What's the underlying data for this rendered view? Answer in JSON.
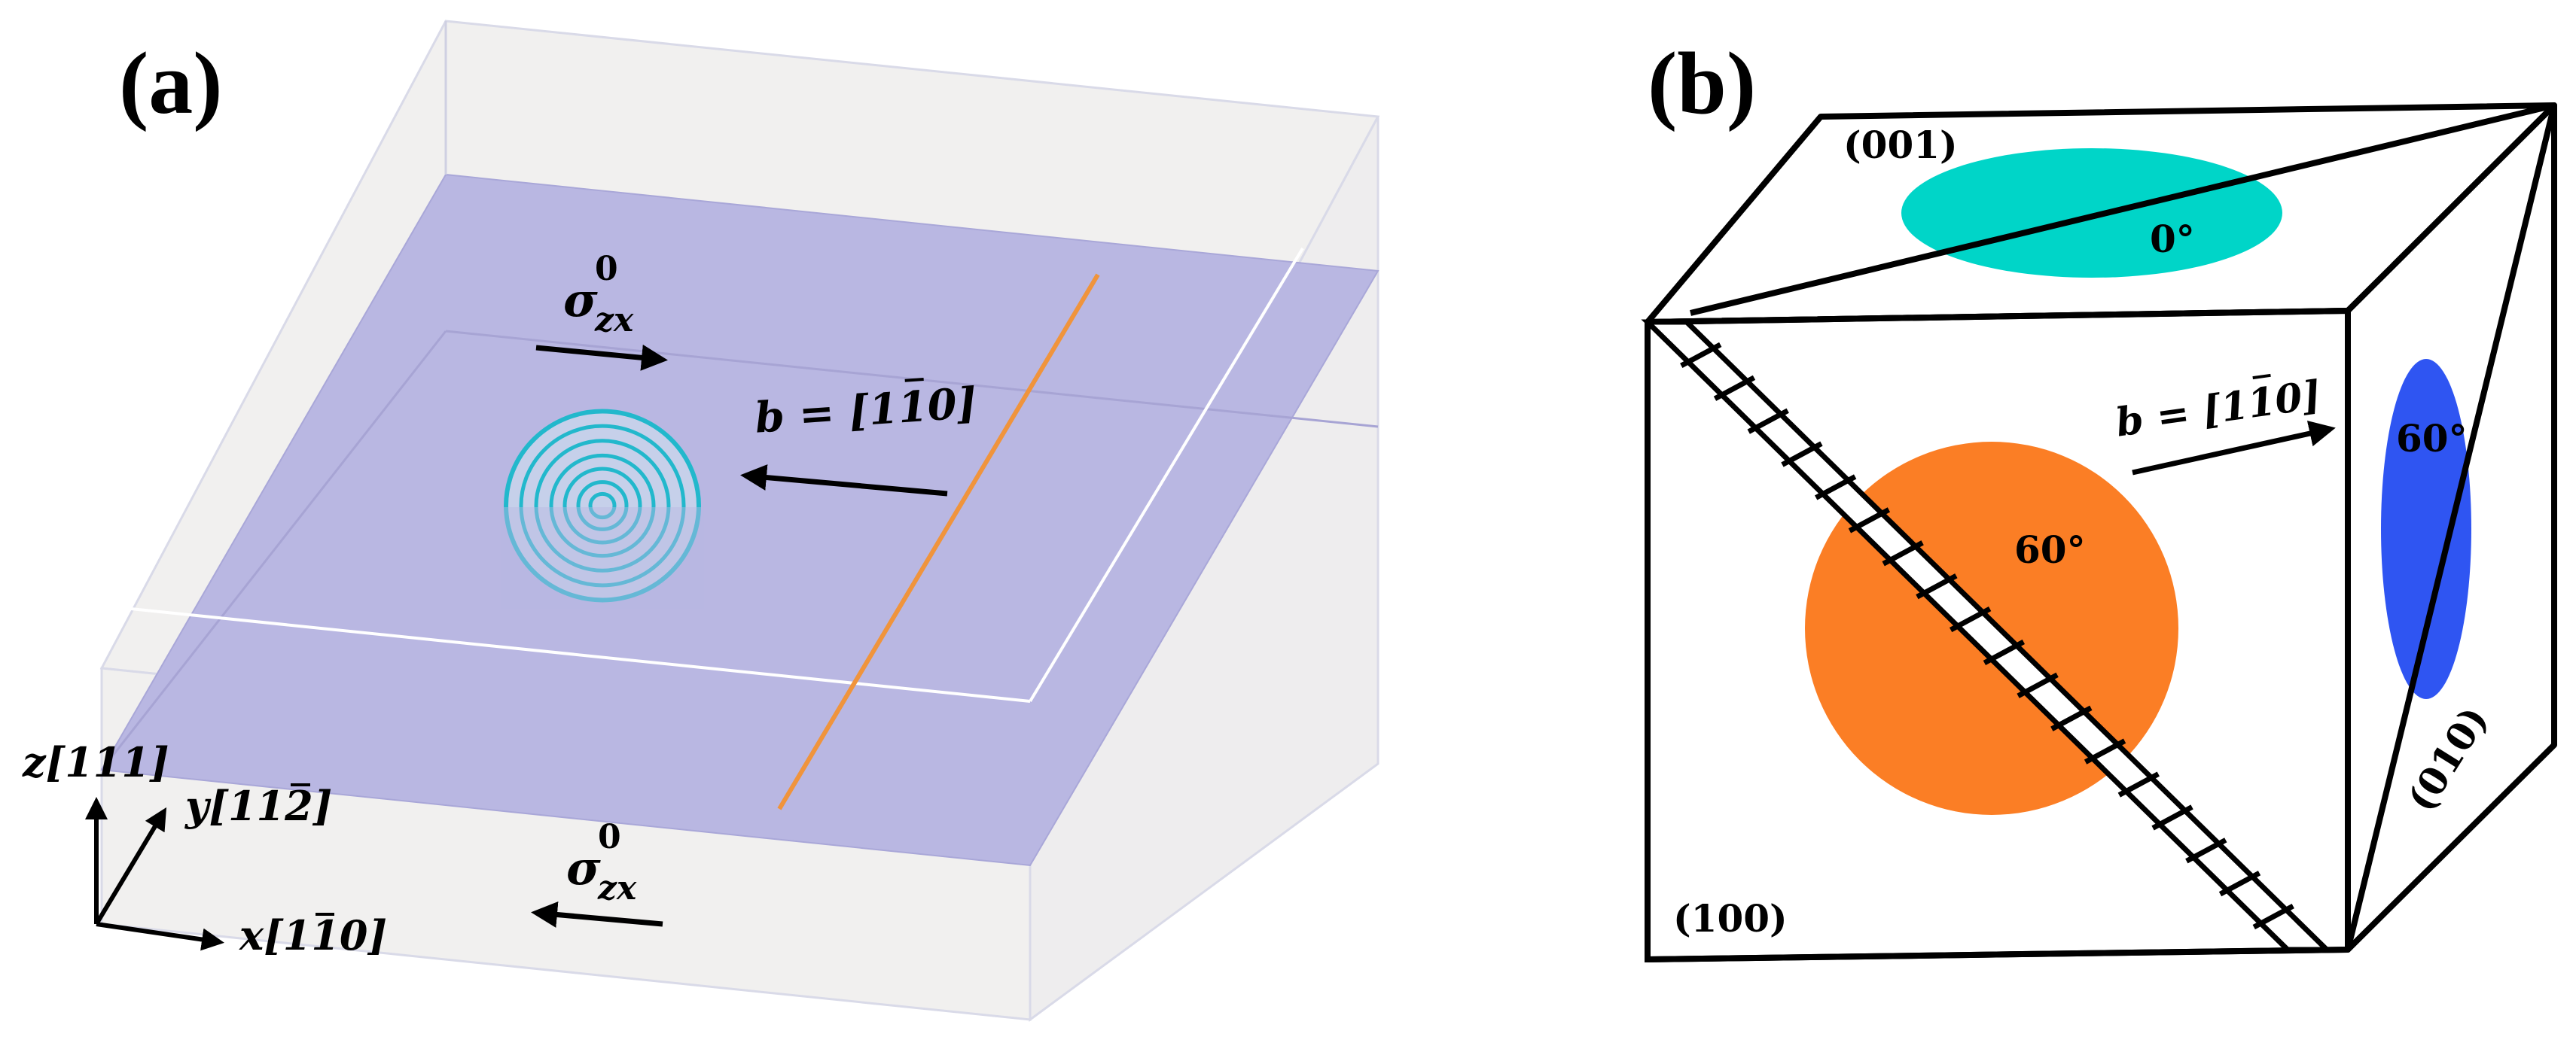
{
  "panel_a": {
    "label": "(a)",
    "stress_top": {
      "base": "σ",
      "sup": "0",
      "sub": "zx"
    },
    "stress_bottom": {
      "base": "σ",
      "sup": "0",
      "sub": "zx"
    },
    "burgers": {
      "prefix": "b = [",
      "bar_digit": "1",
      "rest": "10]"
    },
    "axes": {
      "z": {
        "name": "z",
        "index": "[111]"
      },
      "y": {
        "name": "y",
        "open": "[11",
        "bar_digit": "2",
        "close": "]"
      },
      "x": {
        "name": "x",
        "open": "[1",
        "bar_digit": "1",
        "close": "0]"
      }
    },
    "colors": {
      "slip_plane": "#b7b5e0",
      "box": "#efeeee",
      "loop": "#22b8cc",
      "dislocation_line": "#f0943c"
    }
  },
  "panel_b": {
    "label": "(b)",
    "faces": {
      "top": "(001)",
      "front": "(100)",
      "right": "(010)"
    },
    "burgers": {
      "prefix": "b = [",
      "bar_digit": "1",
      "rest": "10]"
    },
    "angles": {
      "top": "0°",
      "front": "60°",
      "right": "60°"
    },
    "colors": {
      "top_ellipse": "#00d5c8",
      "front_circle": "#fb7e25",
      "right_ellipse": "#2f55f2"
    }
  }
}
